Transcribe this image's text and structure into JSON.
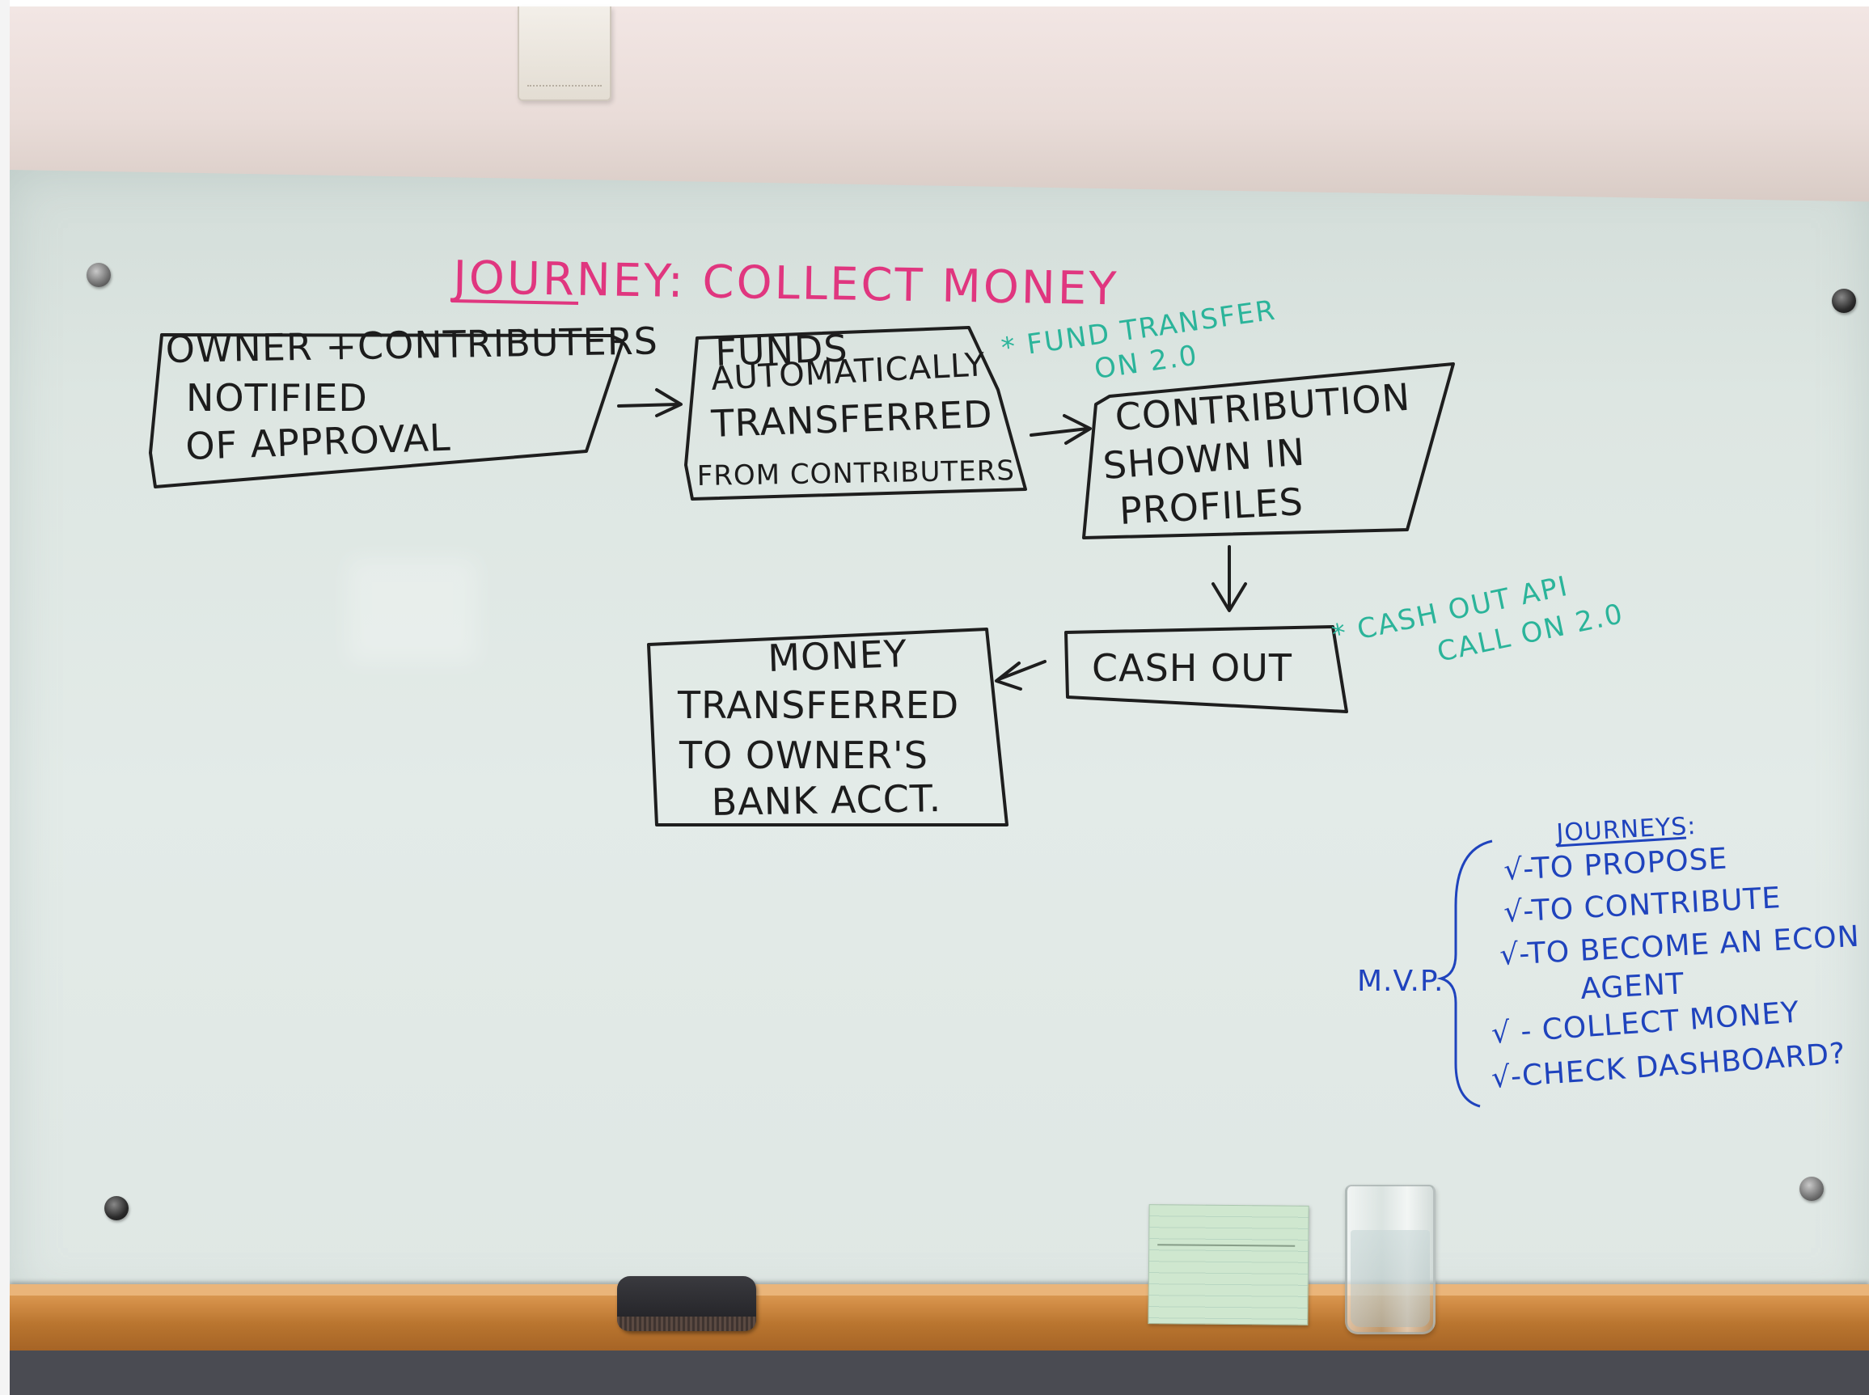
{
  "whiteboard": {
    "title": "JOURNEY: COLLECT MONEY",
    "boxes": [
      {
        "lines": [
          "OWNER +CONTRIBUTERS",
          "NOTIFIED",
          "OF APPROVAL"
        ]
      },
      {
        "lines": [
          "FUNDS",
          "AUTOMATICALLY",
          "TRANSFERRED",
          "FROM CONTRIBUTERS"
        ]
      },
      {
        "lines": [
          "CONTRIBUTION",
          "SHOWN IN",
          "PROFILES"
        ]
      },
      {
        "lines": [
          "CASH OUT"
        ]
      },
      {
        "lines": [
          "MONEY",
          "TRANSFERRED",
          "TO OWNER'S",
          "BANK ACCT."
        ]
      }
    ],
    "notes": [
      {
        "lines": [
          "* FUND TRANSFER",
          "ON 2.0"
        ]
      },
      {
        "lines": [
          "* CASH OUT API",
          "CALL ON 2.0"
        ]
      }
    ],
    "mvp": {
      "label": "M.V.P.",
      "heading": "JOURNEYS:",
      "items": [
        "√-TO PROPOSE",
        "√-TO CONTRIBUTE",
        "√-TO BECOME AN ECON",
        "AGENT",
        "√ - COLLECT MONEY",
        "√-CHECK DASHBOARD?"
      ]
    }
  },
  "colors": {
    "title": "#e0367f",
    "marker_black": "#1c1c1c",
    "notes": "#2bb49a",
    "mvp": "#1f43bd",
    "board": "#dfe7e4",
    "tray": "#c9843e"
  },
  "objects": [
    "whiteboard",
    "eraser",
    "index-card",
    "glass-of-water",
    "ceiling-vent"
  ]
}
